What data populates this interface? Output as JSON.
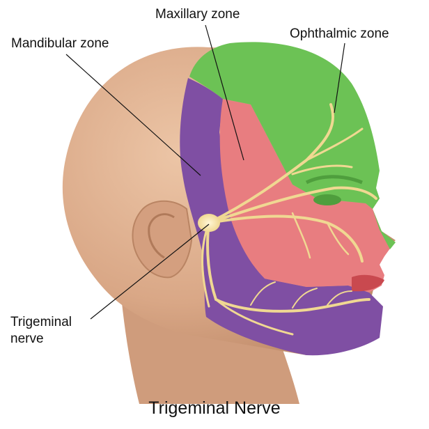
{
  "labels": {
    "maxillary": "Maxillary zone",
    "ophthalmic": "Ophthalmic zone",
    "mandibular": "Mandibular zone",
    "trigeminal_line1": "Trigeminal",
    "trigeminal_line2": "nerve"
  },
  "caption": "Trigeminal Nerve",
  "colors": {
    "skin": "#d9a786",
    "skin_shadow": "#b98463",
    "ophthalmic": "#6cc255",
    "maxillary": "#e87d80",
    "mandibular": "#7f4fa3",
    "nerve": "#f0d892",
    "lips": "#c9494f"
  }
}
